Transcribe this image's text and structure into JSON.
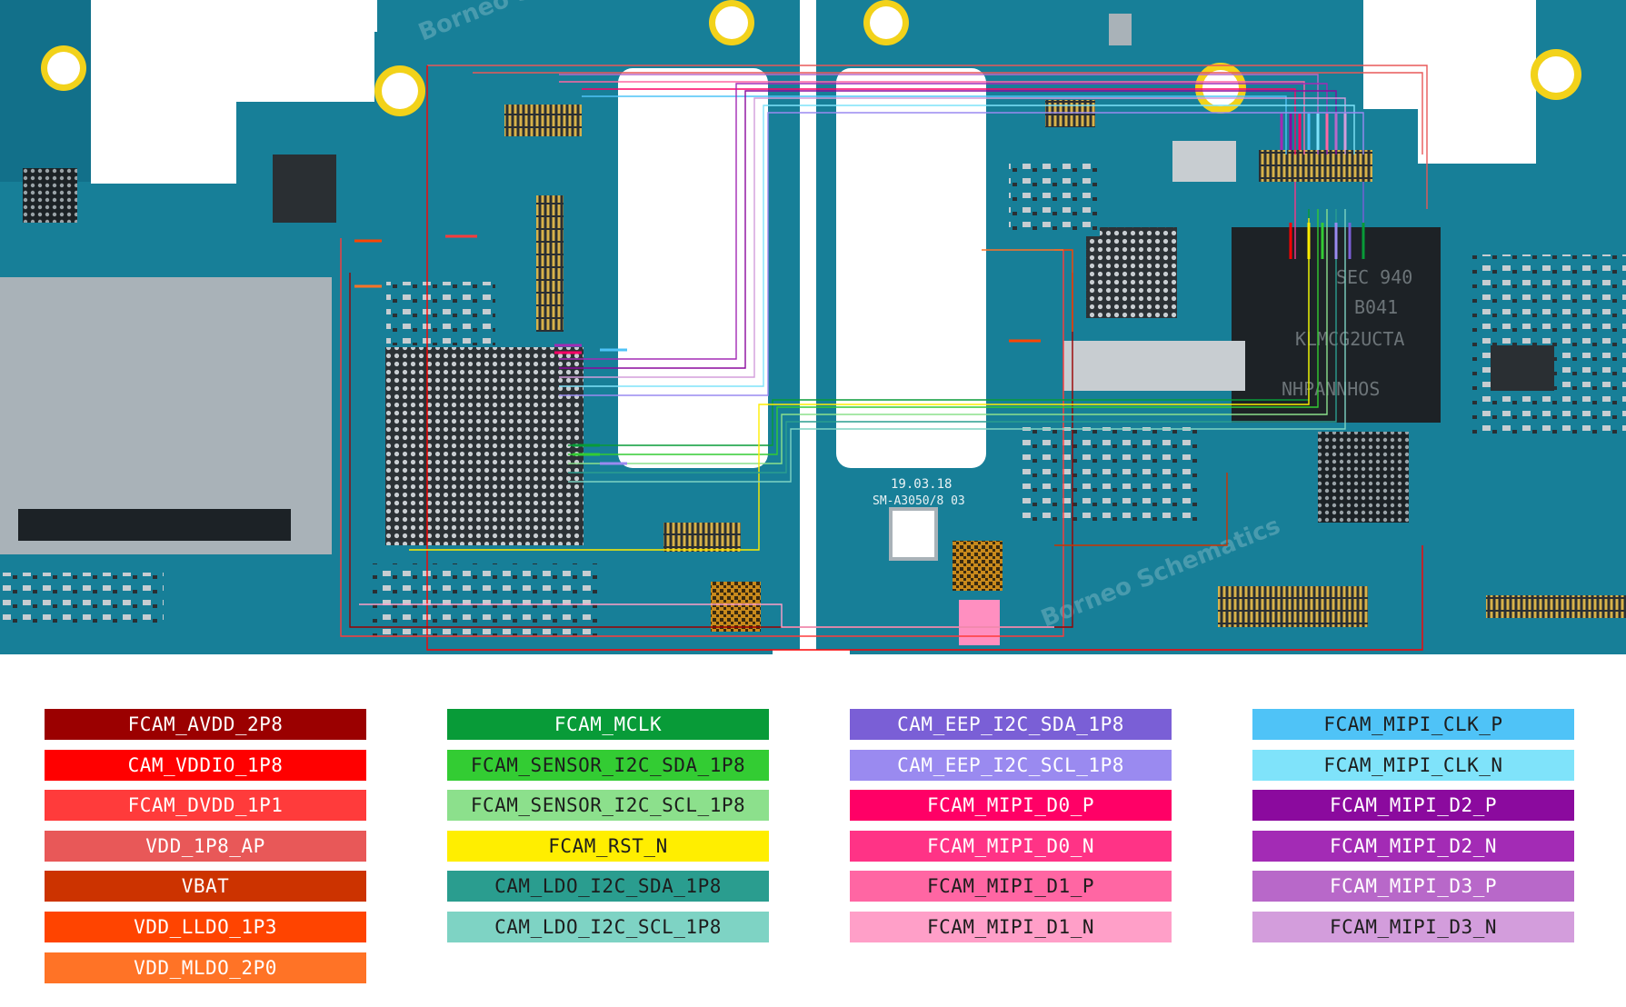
{
  "board": {
    "marking_date": "19.03.18",
    "marking_model": "SM-A3050/8 03",
    "chip_text_1": "SEC 940",
    "chip_text_2": "B041",
    "chip_text_3": "KLMCG2UCTA",
    "chip_text_4": "NHPANNHOS",
    "watermark": "Borneo Schematics",
    "colors": {
      "pcb": "#177f98",
      "pcb_dark": "#0f6477",
      "shield": "#a9b2b8",
      "pad_gold": "#d7b24a",
      "component": "#2a2f33",
      "ring_yellow": "#f2d21a"
    }
  },
  "legend": {
    "columns": [
      [
        {
          "label": "FCAM_AVDD_2P8",
          "color": "#9b0000",
          "text": "dark"
        },
        {
          "label": "CAM_VDDIO_1P8",
          "color": "#ff0000",
          "text": "dark"
        },
        {
          "label": "FCAM_DVDD_1P1",
          "color": "#ff3b3b",
          "text": "dark"
        },
        {
          "label": "VDD_1P8_AP",
          "color": "#e85858",
          "text": "dark"
        },
        {
          "label": "VBAT",
          "color": "#cc3300",
          "text": "dark"
        },
        {
          "label": "VDD_LLDO_1P3",
          "color": "#ff4400",
          "text": "dark"
        },
        {
          "label": "VDD_MLDO_2P0",
          "color": "#ff7326",
          "text": "dark"
        }
      ],
      [
        {
          "label": "FCAM_MCLK",
          "color": "#089b38",
          "text": "dark"
        },
        {
          "label": "FCAM_SENSOR_I2C_SDA_1P8",
          "color": "#33cc33",
          "text": "light"
        },
        {
          "label": "FCAM_SENSOR_I2C_SCL_1P8",
          "color": "#8ce08c",
          "text": "light"
        },
        {
          "label": "FCAM_RST_N",
          "color": "#ffee00",
          "text": "light"
        },
        {
          "label": "CAM_LDO_I2C_SDA_1P8",
          "color": "#2a9d8f",
          "text": "light"
        },
        {
          "label": "CAM_LDO_I2C_SCL_1P8",
          "color": "#7ed3c4",
          "text": "light"
        }
      ],
      [
        {
          "label": "CAM_EEP_I2C_SDA_1P8",
          "color": "#7a5fd6",
          "text": "dark"
        },
        {
          "label": "CAM_EEP_I2C_SCL_1P8",
          "color": "#9a8af0",
          "text": "dark"
        },
        {
          "label": "FCAM_MIPI_D0_P",
          "color": "#ff0066",
          "text": "dark"
        },
        {
          "label": "FCAM_MIPI_D0_N",
          "color": "#ff3386",
          "text": "dark"
        },
        {
          "label": "FCAM_MIPI_D1_P",
          "color": "#ff66a3",
          "text": "light"
        },
        {
          "label": "FCAM_MIPI_D1_N",
          "color": "#ff9fc8",
          "text": "light"
        }
      ],
      [
        {
          "label": "FCAM_MIPI_CLK_P",
          "color": "#4fc3f7",
          "text": "light"
        },
        {
          "label": "FCAM_MIPI_CLK_N",
          "color": "#7fe3fa",
          "text": "light"
        },
        {
          "label": "FCAM_MIPI_D2_P",
          "color": "#8b0a9e",
          "text": "dark"
        },
        {
          "label": "FCAM_MIPI_D2_N",
          "color": "#a32bb5",
          "text": "dark"
        },
        {
          "label": "FCAM_MIPI_D3_P",
          "color": "#b868c9",
          "text": "dark"
        },
        {
          "label": "FCAM_MIPI_D3_N",
          "color": "#d39ddc",
          "text": "light"
        }
      ]
    ]
  }
}
